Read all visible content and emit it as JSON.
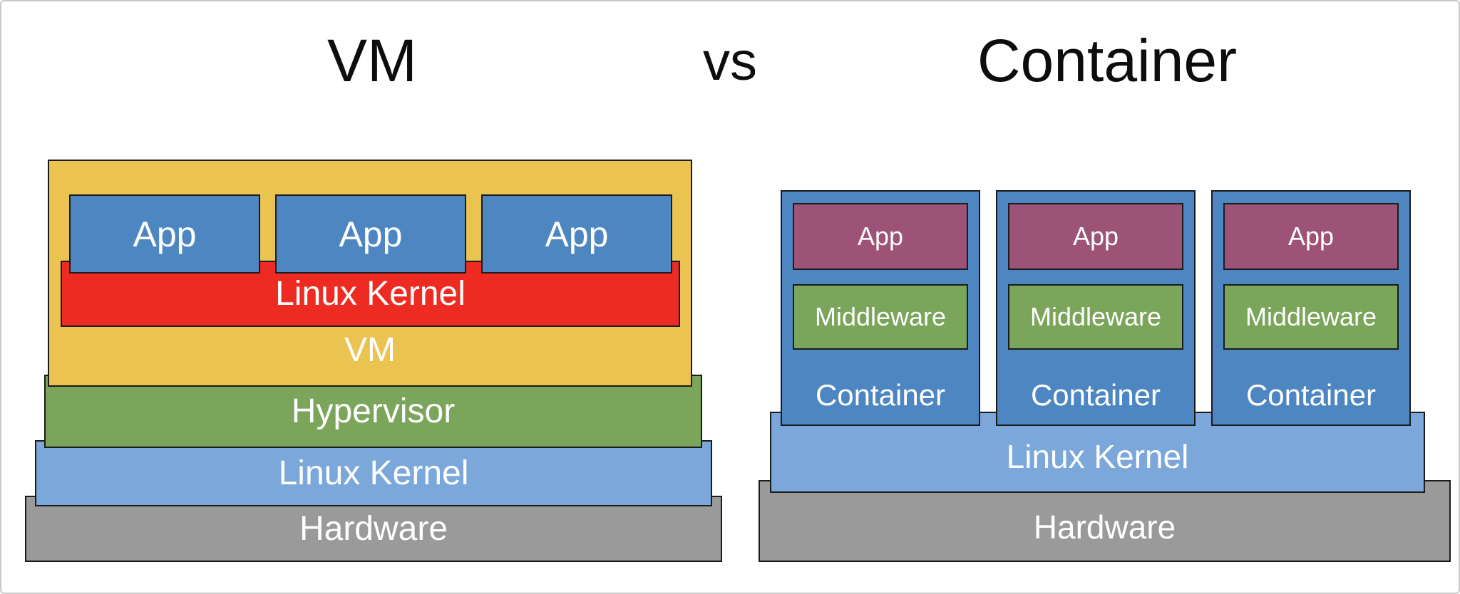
{
  "titles": {
    "left": "VM",
    "middle": "vs",
    "right": "Container"
  },
  "colors": {
    "yellow": "#eac351",
    "red": "#ee2b23",
    "appblue": "#4e86c2",
    "green": "#7aa55b",
    "lightblue": "#7ba7db",
    "gray": "#9a9a9a",
    "purple": "#9d5377"
  },
  "vm_stack": {
    "apps": [
      "App",
      "App",
      "App"
    ],
    "guest_kernel": "Linux Kernel",
    "vm_label": "VM",
    "hypervisor": "Hypervisor",
    "host_kernel": "Linux Kernel",
    "hardware": "Hardware"
  },
  "container_stack": {
    "containers": [
      {
        "app": "App",
        "middleware": "Middleware",
        "label": "Container"
      },
      {
        "app": "App",
        "middleware": "Middleware",
        "label": "Container"
      },
      {
        "app": "App",
        "middleware": "Middleware",
        "label": "Container"
      }
    ],
    "kernel": "Linux Kernel",
    "hardware": "Hardware"
  }
}
